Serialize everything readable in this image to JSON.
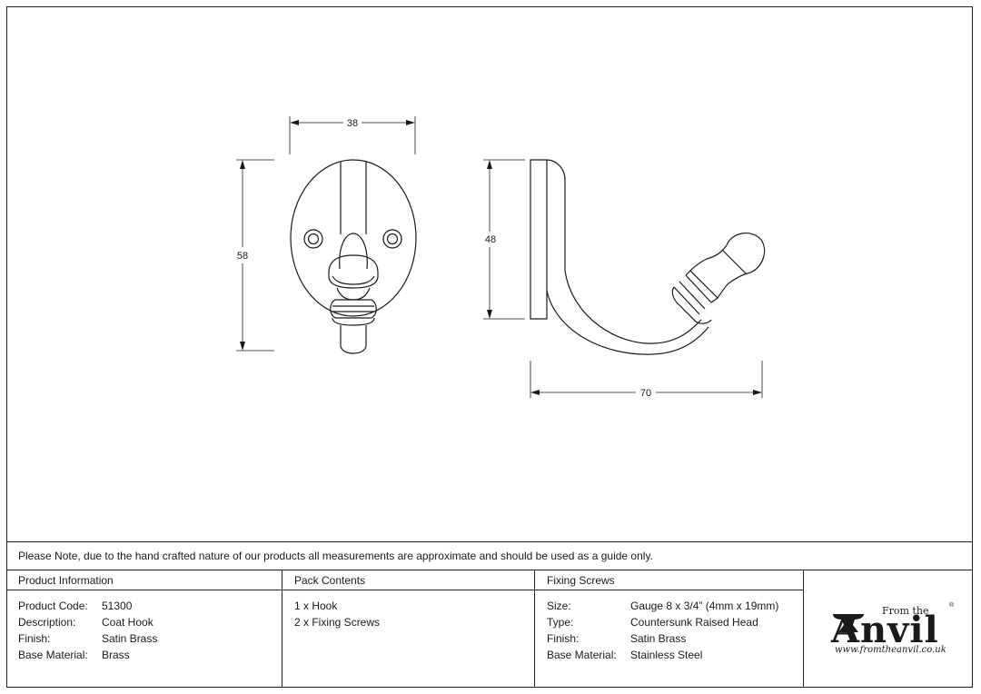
{
  "dimensions": {
    "front_width": "38",
    "front_height": "58",
    "side_height": "48",
    "side_projection": "70"
  },
  "note": "Please Note, due to the hand crafted nature of our products all measurements are approximate and should be used as a guide only.",
  "product_information": {
    "heading": "Product Information",
    "rows": [
      {
        "label": "Product Code:",
        "value": "51300"
      },
      {
        "label": "Description:",
        "value": "Coat Hook"
      },
      {
        "label": "Finish:",
        "value": "Satin Brass"
      },
      {
        "label": "Base Material:",
        "value": "Brass"
      }
    ]
  },
  "pack_contents": {
    "heading": "Pack Contents",
    "items": [
      "1 x Hook",
      "2 x Fixing Screws"
    ]
  },
  "fixing_screws": {
    "heading": "Fixing Screws",
    "rows": [
      {
        "label": "Size:",
        "value": "Gauge 8 x 3/4” (4mm x 19mm)"
      },
      {
        "label": "Type:",
        "value": "Countersunk Raised Head"
      },
      {
        "label": "Finish:",
        "value": "Satin Brass"
      },
      {
        "label": "Base Material:",
        "value": "Stainless Steel"
      }
    ]
  },
  "logo": {
    "from_the": "From the",
    "wordmark": "Anvil",
    "registered": "®",
    "url": "www.fromtheanvil.co.uk"
  }
}
